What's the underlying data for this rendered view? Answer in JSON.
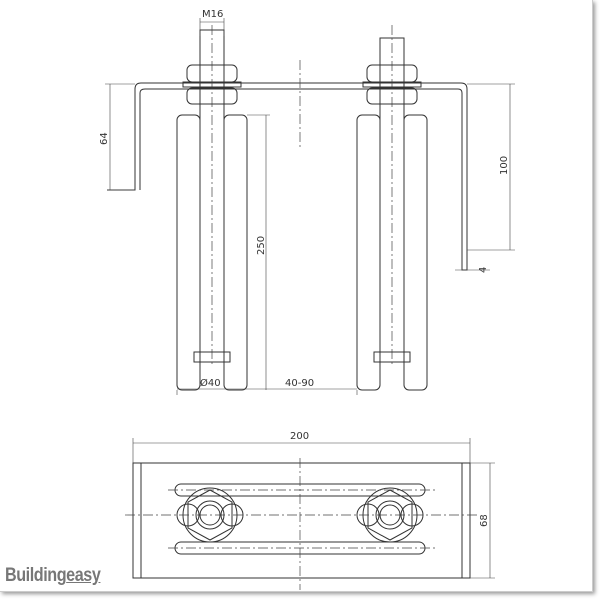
{
  "drawing": {
    "dimensions": {
      "thread": "M16",
      "bracket_leg_left": "64",
      "bracket_leg_right": "100",
      "plate_thickness": "4",
      "roller_length": "250",
      "roller_diameter": "Ø40",
      "roller_spacing": "40-90",
      "plate_width": "200",
      "plate_depth": "68"
    }
  },
  "logo": {
    "part1": "Building",
    "part2": "easy"
  },
  "colors": {
    "line": "#333333",
    "logo": "#777777"
  }
}
